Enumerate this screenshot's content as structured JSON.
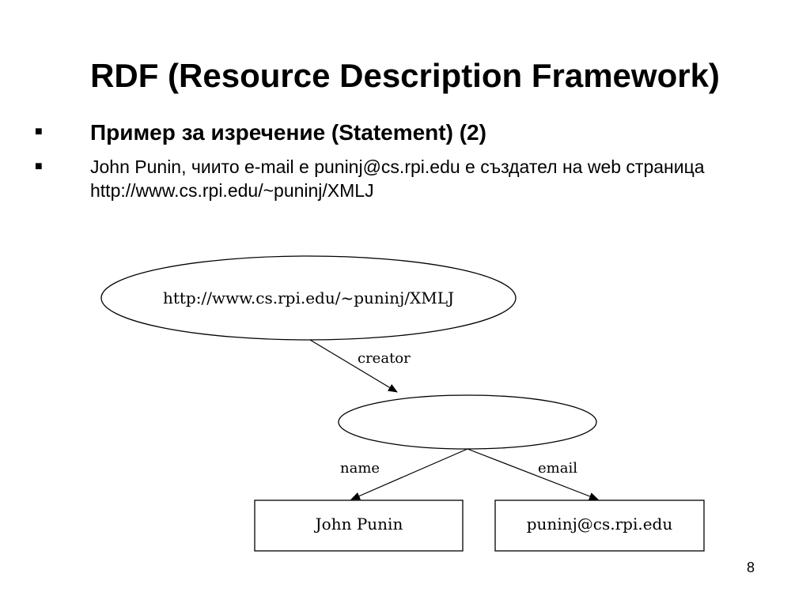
{
  "slide": {
    "title": "RDF (Resource Description Framework)",
    "bullets": [
      {
        "icon": "square-bullet-icon",
        "text": "Пример за изречение (Statement)  (2)"
      },
      {
        "icon": "square-bullet-icon",
        "text": "John Punin, чиито e-mail е puninj@cs.rpi.edu е създател на web страница http://www.cs.rpi.edu/~puninj/XMLJ"
      }
    ],
    "page_number": "8"
  },
  "diagram": {
    "resource_node": "http://www.cs.rpi.edu/~puninj/XMLJ",
    "blank_node": "",
    "edges": {
      "creator": "creator",
      "name": "name",
      "email": "email"
    },
    "literals": {
      "name_value": "John Punin",
      "email_value": "puninj@cs.rpi.edu"
    }
  }
}
